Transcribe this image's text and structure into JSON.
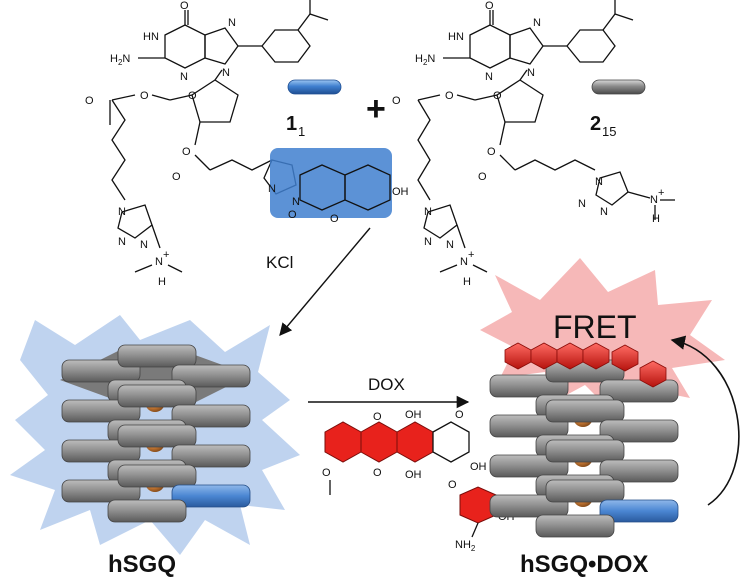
{
  "compound1": {
    "number": "1",
    "subscript": "1"
  },
  "compound2": {
    "number": "2",
    "subscript": "15"
  },
  "plus": "+",
  "arrow_kcl": "KCl",
  "arrow_dox": "DOX",
  "fret": "FRET",
  "assembly_left": "hSGQ",
  "assembly_right": "hSGQ•DOX",
  "chem": {
    "h2n": "H2N",
    "h2n_main": "H",
    "h2n_sub": "2",
    "h2n_tail": "N",
    "n": "N",
    "hn": "HN",
    "h": "H",
    "o": "O",
    "oh": "OH",
    "nh2_main": "NH",
    "nh2_sub": "2",
    "plus_charge": "+"
  },
  "colors": {
    "blue_pill": "#3f7fcf",
    "gray_pill": "#8c8c8c",
    "red_dox": "#e8221c",
    "red_glow": "#f4a6a6",
    "blue_glow": "#a9c4ea",
    "arrow": "#111111"
  }
}
